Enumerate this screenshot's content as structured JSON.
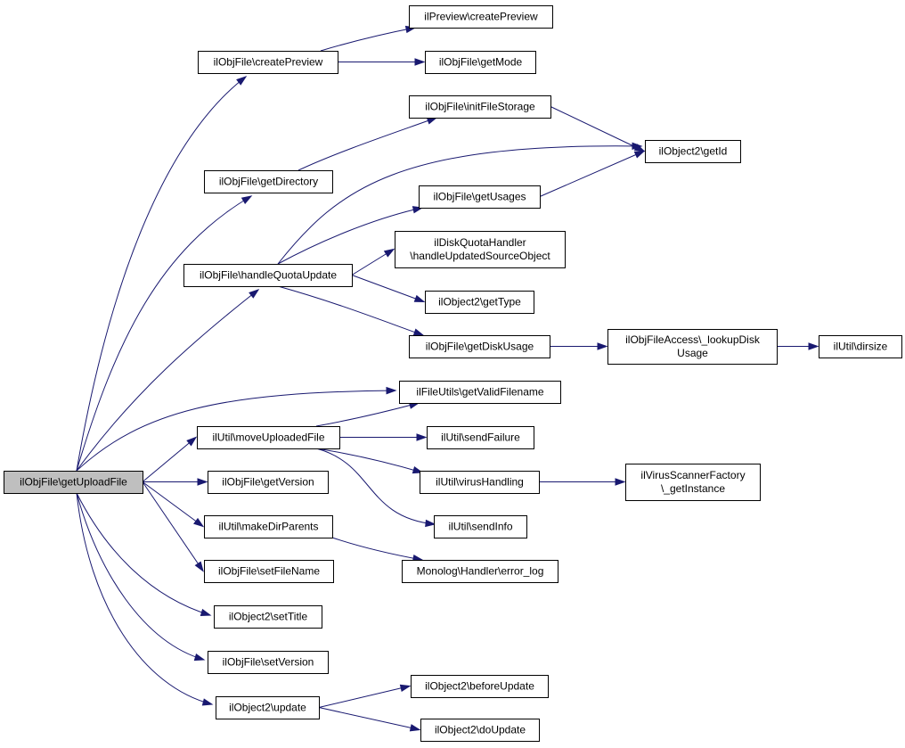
{
  "diagram": {
    "nodes": [
      {
        "id": "getUploadFile",
        "label": "ilObjFile\\getUploadFile",
        "root": true
      },
      {
        "id": "createPreview",
        "label": "ilObjFile\\createPreview"
      },
      {
        "id": "previewCreate",
        "label": "ilPreview\\createPreview"
      },
      {
        "id": "getMode",
        "label": "ilObjFile\\getMode"
      },
      {
        "id": "initFileStorage",
        "label": "ilObjFile\\initFileStorage"
      },
      {
        "id": "getDirectory",
        "label": "ilObjFile\\getDirectory"
      },
      {
        "id": "getId",
        "label": "ilObject2\\getId"
      },
      {
        "id": "getUsages",
        "label": "ilObjFile\\getUsages"
      },
      {
        "id": "handleQuotaUpdate",
        "label": "ilObjFile\\handleQuotaUpdate"
      },
      {
        "id": "handleUpdatedSourceObject",
        "label": "ilDiskQuotaHandler\n\\handleUpdatedSourceObject"
      },
      {
        "id": "getType",
        "label": "ilObject2\\getType"
      },
      {
        "id": "getDiskUsage",
        "label": "ilObjFile\\getDiskUsage"
      },
      {
        "id": "lookupDiskUsage",
        "label": "ilObjFileAccess\\_lookupDisk\nUsage"
      },
      {
        "id": "dirsize",
        "label": "ilUtil\\dirsize"
      },
      {
        "id": "getValidFilename",
        "label": "ilFileUtils\\getValidFilename"
      },
      {
        "id": "moveUploadedFile",
        "label": "ilUtil\\moveUploadedFile"
      },
      {
        "id": "sendFailure",
        "label": "ilUtil\\sendFailure"
      },
      {
        "id": "getVersion",
        "label": "ilObjFile\\getVersion"
      },
      {
        "id": "virusHandling",
        "label": "ilUtil\\virusHandling"
      },
      {
        "id": "getInstance",
        "label": "ilVirusScannerFactory\n\\_getInstance"
      },
      {
        "id": "makeDirParents",
        "label": "ilUtil\\makeDirParents"
      },
      {
        "id": "sendInfo",
        "label": "ilUtil\\sendInfo"
      },
      {
        "id": "setFileName",
        "label": "ilObjFile\\setFileName"
      },
      {
        "id": "errorLog",
        "label": "Monolog\\Handler\\error_log"
      },
      {
        "id": "setTitle",
        "label": "ilObject2\\setTitle"
      },
      {
        "id": "setVersion",
        "label": "ilObjFile\\setVersion"
      },
      {
        "id": "update",
        "label": "ilObject2\\update"
      },
      {
        "id": "beforeUpdate",
        "label": "ilObject2\\beforeUpdate"
      },
      {
        "id": "doUpdate",
        "label": "ilObject2\\doUpdate"
      }
    ],
    "edges": [
      {
        "from": "getUploadFile",
        "to": "createPreview"
      },
      {
        "from": "getUploadFile",
        "to": "getDirectory"
      },
      {
        "from": "getUploadFile",
        "to": "handleQuotaUpdate"
      },
      {
        "from": "getUploadFile",
        "to": "getValidFilename"
      },
      {
        "from": "getUploadFile",
        "to": "moveUploadedFile"
      },
      {
        "from": "getUploadFile",
        "to": "getVersion"
      },
      {
        "from": "getUploadFile",
        "to": "makeDirParents"
      },
      {
        "from": "getUploadFile",
        "to": "setFileName"
      },
      {
        "from": "getUploadFile",
        "to": "setTitle"
      },
      {
        "from": "getUploadFile",
        "to": "setVersion"
      },
      {
        "from": "getUploadFile",
        "to": "update"
      },
      {
        "from": "createPreview",
        "to": "previewCreate"
      },
      {
        "from": "createPreview",
        "to": "getMode"
      },
      {
        "from": "getDirectory",
        "to": "initFileStorage"
      },
      {
        "from": "initFileStorage",
        "to": "getId"
      },
      {
        "from": "handleQuotaUpdate",
        "to": "getId"
      },
      {
        "from": "handleQuotaUpdate",
        "to": "getUsages"
      },
      {
        "from": "handleQuotaUpdate",
        "to": "handleUpdatedSourceObject"
      },
      {
        "from": "handleQuotaUpdate",
        "to": "getType"
      },
      {
        "from": "handleQuotaUpdate",
        "to": "getDiskUsage"
      },
      {
        "from": "getUsages",
        "to": "getId"
      },
      {
        "from": "getDiskUsage",
        "to": "lookupDiskUsage"
      },
      {
        "from": "lookupDiskUsage",
        "to": "dirsize"
      },
      {
        "from": "moveUploadedFile",
        "to": "getValidFilename"
      },
      {
        "from": "moveUploadedFile",
        "to": "sendFailure"
      },
      {
        "from": "moveUploadedFile",
        "to": "virusHandling"
      },
      {
        "from": "moveUploadedFile",
        "to": "sendInfo"
      },
      {
        "from": "virusHandling",
        "to": "getInstance"
      },
      {
        "from": "makeDirParents",
        "to": "errorLog"
      },
      {
        "from": "update",
        "to": "beforeUpdate"
      },
      {
        "from": "update",
        "to": "doUpdate"
      }
    ],
    "colors": {
      "edge": "#191970",
      "root_fill": "#bfbfbf",
      "node_fill": "#ffffff",
      "border": "#000000"
    }
  }
}
